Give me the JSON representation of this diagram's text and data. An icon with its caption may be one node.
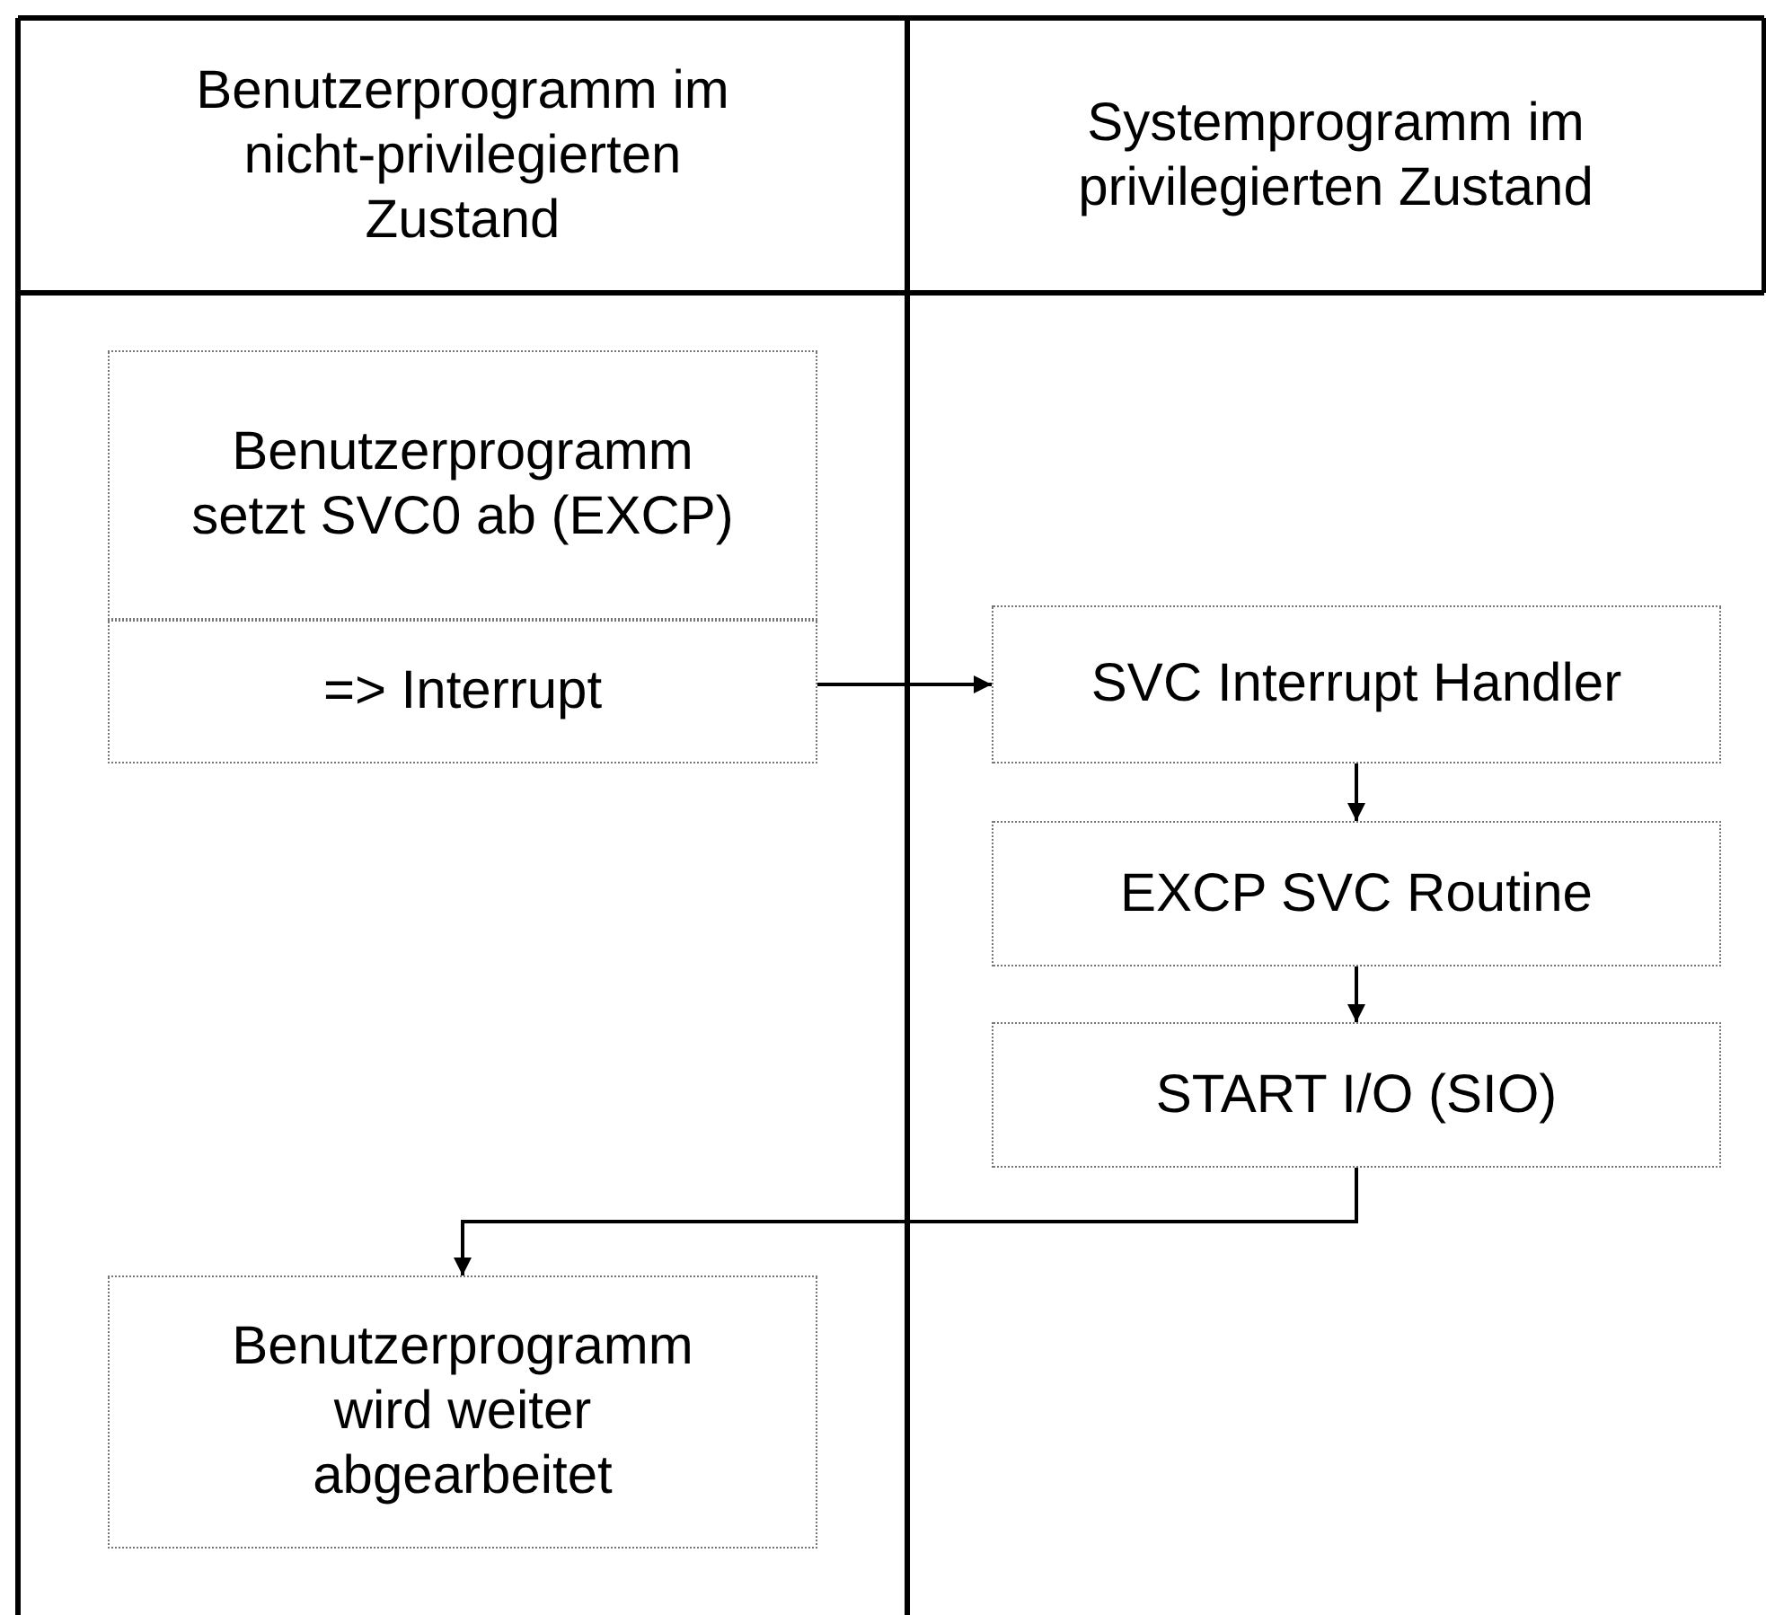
{
  "diagram": {
    "nodes": [
      {
        "text": [
          "Benutzerprogramm im nicht-privilegierten Zustand"
        ]
      },
      {
        "text": [
          "Systemprogramm im privilegierten Zustand"
        ]
      },
      {
        "text": [
          "Benutzerprogramm setzt SVC0 ab (EXCP)"
        ]
      },
      {
        "text": [
          "=> Interrupt"
        ]
      },
      {
        "text": [
          "SVC Interrupt Handler"
        ]
      },
      {
        "text": [
          "EXCP SVC Routine"
        ]
      },
      {
        "text": [
          "START I/O (SIO)"
        ]
      },
      {
        "text": [
          "Benutzerprogramm wird weiter abgearbeitet"
        ]
      }
    ],
    "edges": [
      {
        "from": 3,
        "to": 4,
        "arrow": "to"
      },
      {
        "from": 4,
        "to": 5,
        "arrow": "to"
      },
      {
        "from": 5,
        "to": 6,
        "arrow": "to"
      },
      {
        "from": 6,
        "to": 7,
        "arrow": "to"
      }
    ]
  }
}
